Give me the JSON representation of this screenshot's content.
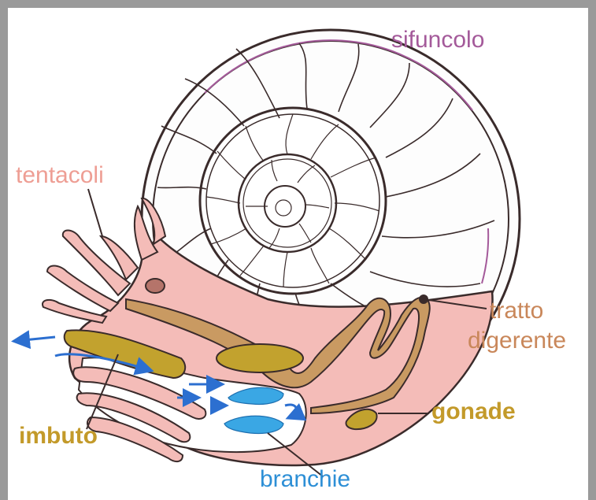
{
  "labels": {
    "sifuncolo": "sifuncolo",
    "tentacoli": "tentacoli",
    "tratto": "tratto",
    "digerente": "digerente",
    "gonade": "gonade",
    "imbuto": "imbuto",
    "branchie": "branchie"
  },
  "colors": {
    "border": "#9a9a9a",
    "background": "#ffffff",
    "sifuncolo": "#a45a9a",
    "tentacoli": "#ee9e94",
    "tratto_digerente": "#c9875a",
    "gonade": "#c39a2a",
    "imbuto": "#c39a2a",
    "branchie": "#2d8fd6",
    "body_tissue": "#f4bcb8",
    "digestive": "#c99a62",
    "gill_fill": "#3aa7e4",
    "arrow_water": "#2c6fd0",
    "outline": "#3a2b2b"
  }
}
